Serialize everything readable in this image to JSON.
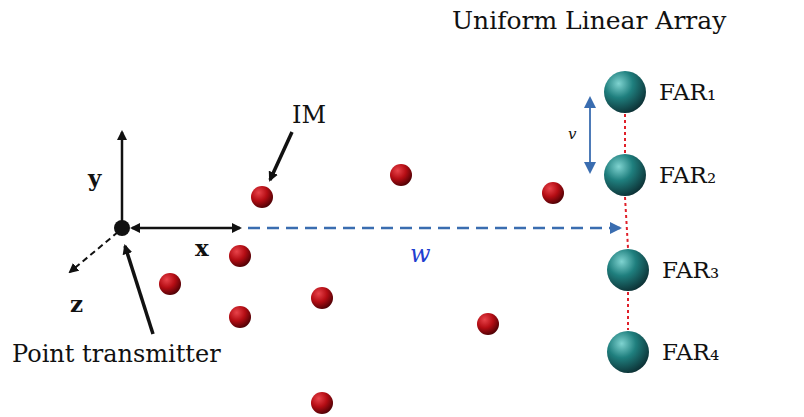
{
  "diagram": {
    "nodes": [
      {
        "text": [
          "FAR₁"
        ]
      },
      {
        "text": [
          "FAR₂"
        ]
      },
      {
        "text": [
          "FAR₃"
        ]
      },
      {
        "text": [
          "FAR₄"
        ]
      }
    ],
    "edges": [
      {
        "from": 0,
        "to": 1,
        "arrow": "none"
      },
      {
        "from": 1,
        "to": 2,
        "arrow": "none"
      },
      {
        "from": 2,
        "to": 3,
        "arrow": "none"
      }
    ],
    "labels": [
      "Uniform Linear Array",
      "IM",
      "y",
      "x",
      "z",
      "w",
      "v",
      "Point transmitter"
    ]
  }
}
